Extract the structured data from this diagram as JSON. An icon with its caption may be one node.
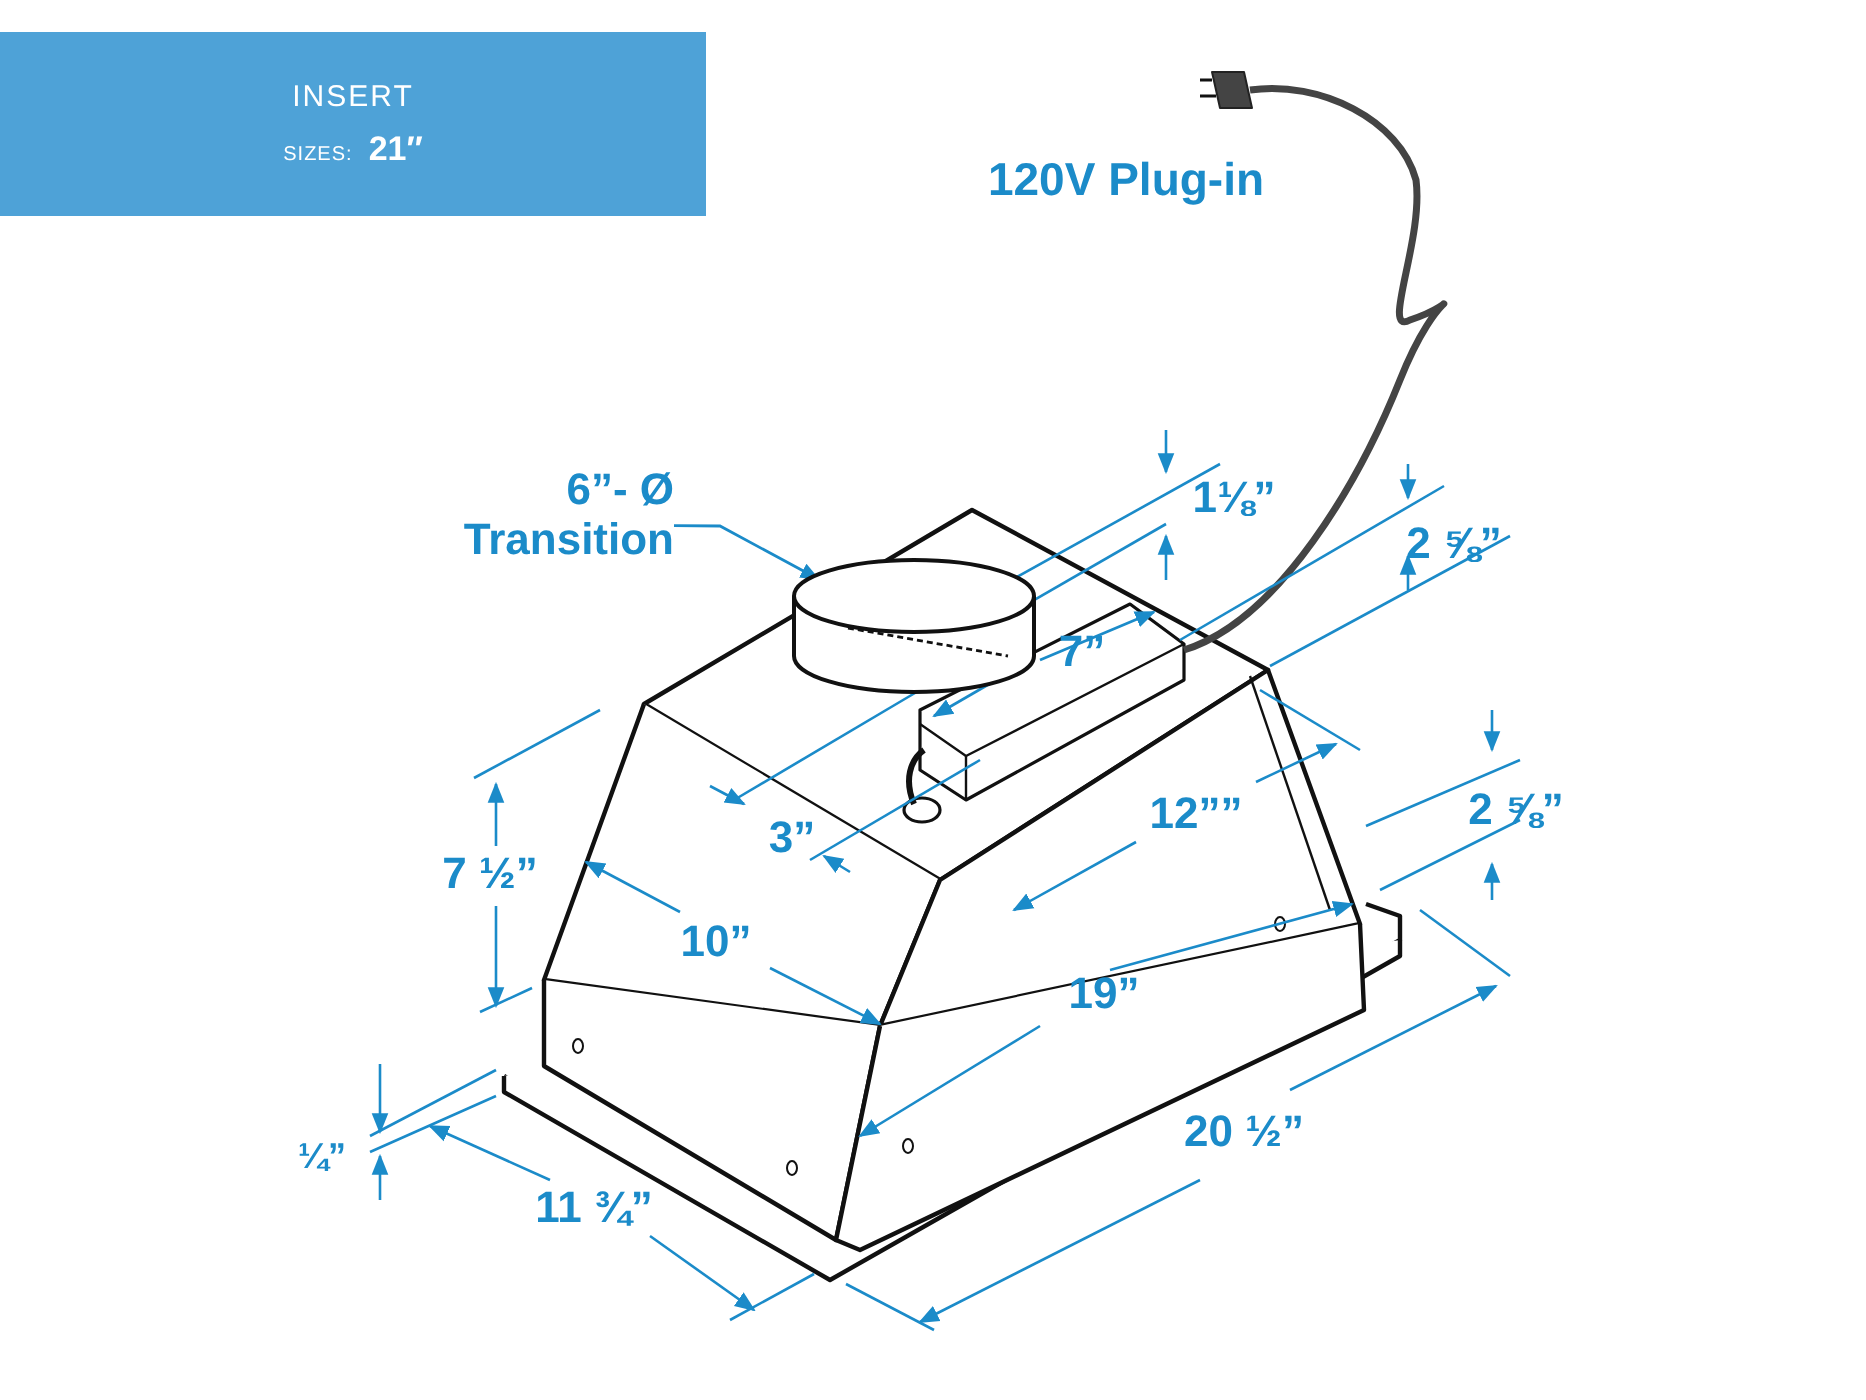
{
  "diagram": {
    "nodes": [
      {
        "text": [
          "INSERT",
          "SIZES:",
          "21″"
        ]
      },
      {
        "text": [
          "6”- Ø Transition"
        ]
      },
      {
        "text": [],
        "shape": "picture"
      }
    ],
    "edges": [
      {
        "from": 1,
        "to": 2,
        "arrow": "to"
      }
    ],
    "labels": [
      "120V Plug-in",
      "1⅛”",
      "2 ⅝”",
      "7”",
      "3”",
      "12””",
      "2 ⅝”",
      "7 ½”",
      "10”",
      "19”",
      "20 ½”",
      "¼”",
      "11 ¾”"
    ]
  }
}
